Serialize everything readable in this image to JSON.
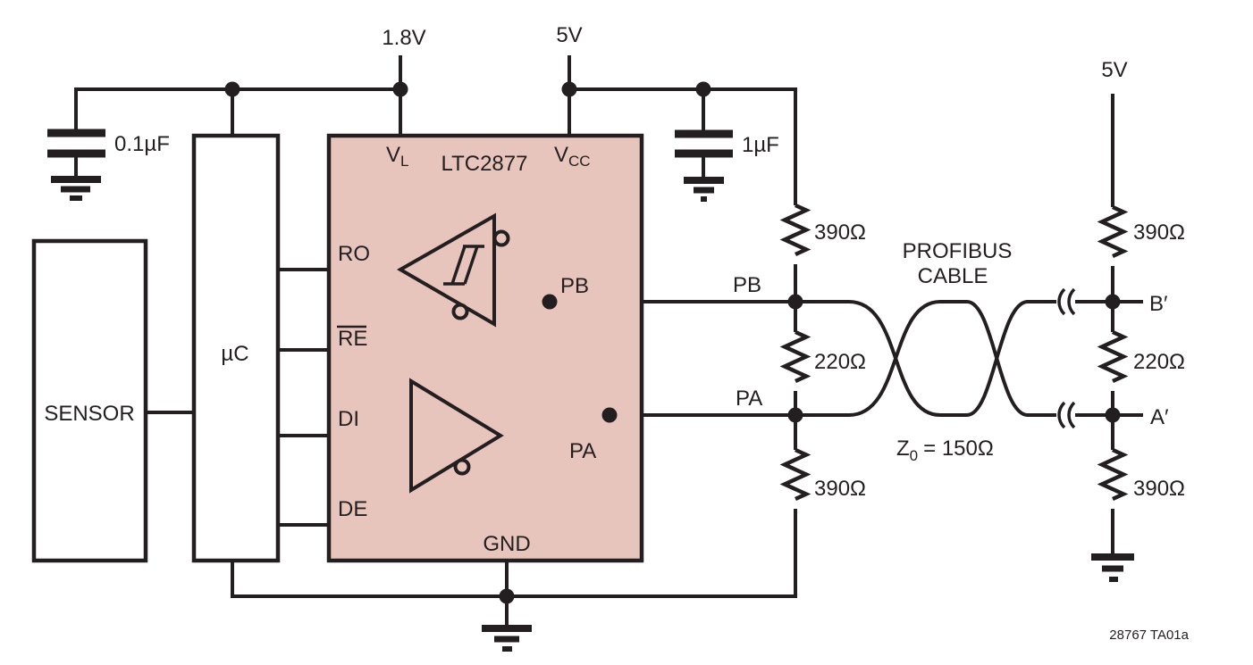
{
  "colors": {
    "ink": "#231f20",
    "ic_fill": "#e8c5bc",
    "background": "#ffffff"
  },
  "power": {
    "logic_supply": "1.8V",
    "local_supply": "5V",
    "remote_supply": "5V"
  },
  "capacitors": {
    "c_logic": "0.1µF",
    "c_vcc": "1µF"
  },
  "blocks": {
    "sensor": "SENSOR",
    "micro": "µC"
  },
  "ic": {
    "name": "LTC2877",
    "pins": {
      "vl_base": "V",
      "vl_sub": "L",
      "vcc_base": "V",
      "vcc_sub": "CC",
      "ro": "RO",
      "re": "RE",
      "di": "DI",
      "de": "DE",
      "pb": "PB",
      "pa": "PA",
      "gnd": "GND"
    }
  },
  "bus": {
    "pb": "PB",
    "pa": "PA"
  },
  "termination": {
    "left": [
      "390Ω",
      "220Ω",
      "390Ω"
    ],
    "right": [
      "390Ω",
      "220Ω",
      "390Ω"
    ],
    "b_terminal": "B′",
    "a_terminal": "A′"
  },
  "cable": {
    "name_line1": "PROFIBUS",
    "name_line2": "CABLE",
    "impedance_base": "Z",
    "impedance_sub": "0",
    "impedance_value": "= 150Ω"
  },
  "note": "28767 TA01a"
}
